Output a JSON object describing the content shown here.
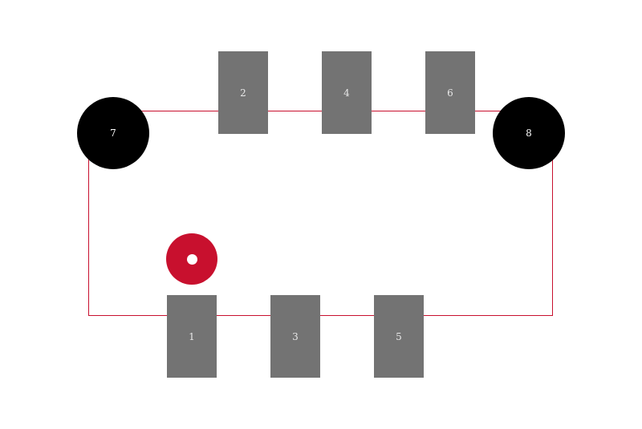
{
  "colors": {
    "pad": "#737373",
    "mounting_hole": "#000000",
    "outline": "#c8102e",
    "pin1_marker": "#c8102e"
  },
  "pads": [
    {
      "label": "1"
    },
    {
      "label": "2"
    },
    {
      "label": "3"
    },
    {
      "label": "4"
    },
    {
      "label": "5"
    },
    {
      "label": "6"
    }
  ],
  "mounting_holes": [
    {
      "label": "7"
    },
    {
      "label": "8"
    }
  ]
}
